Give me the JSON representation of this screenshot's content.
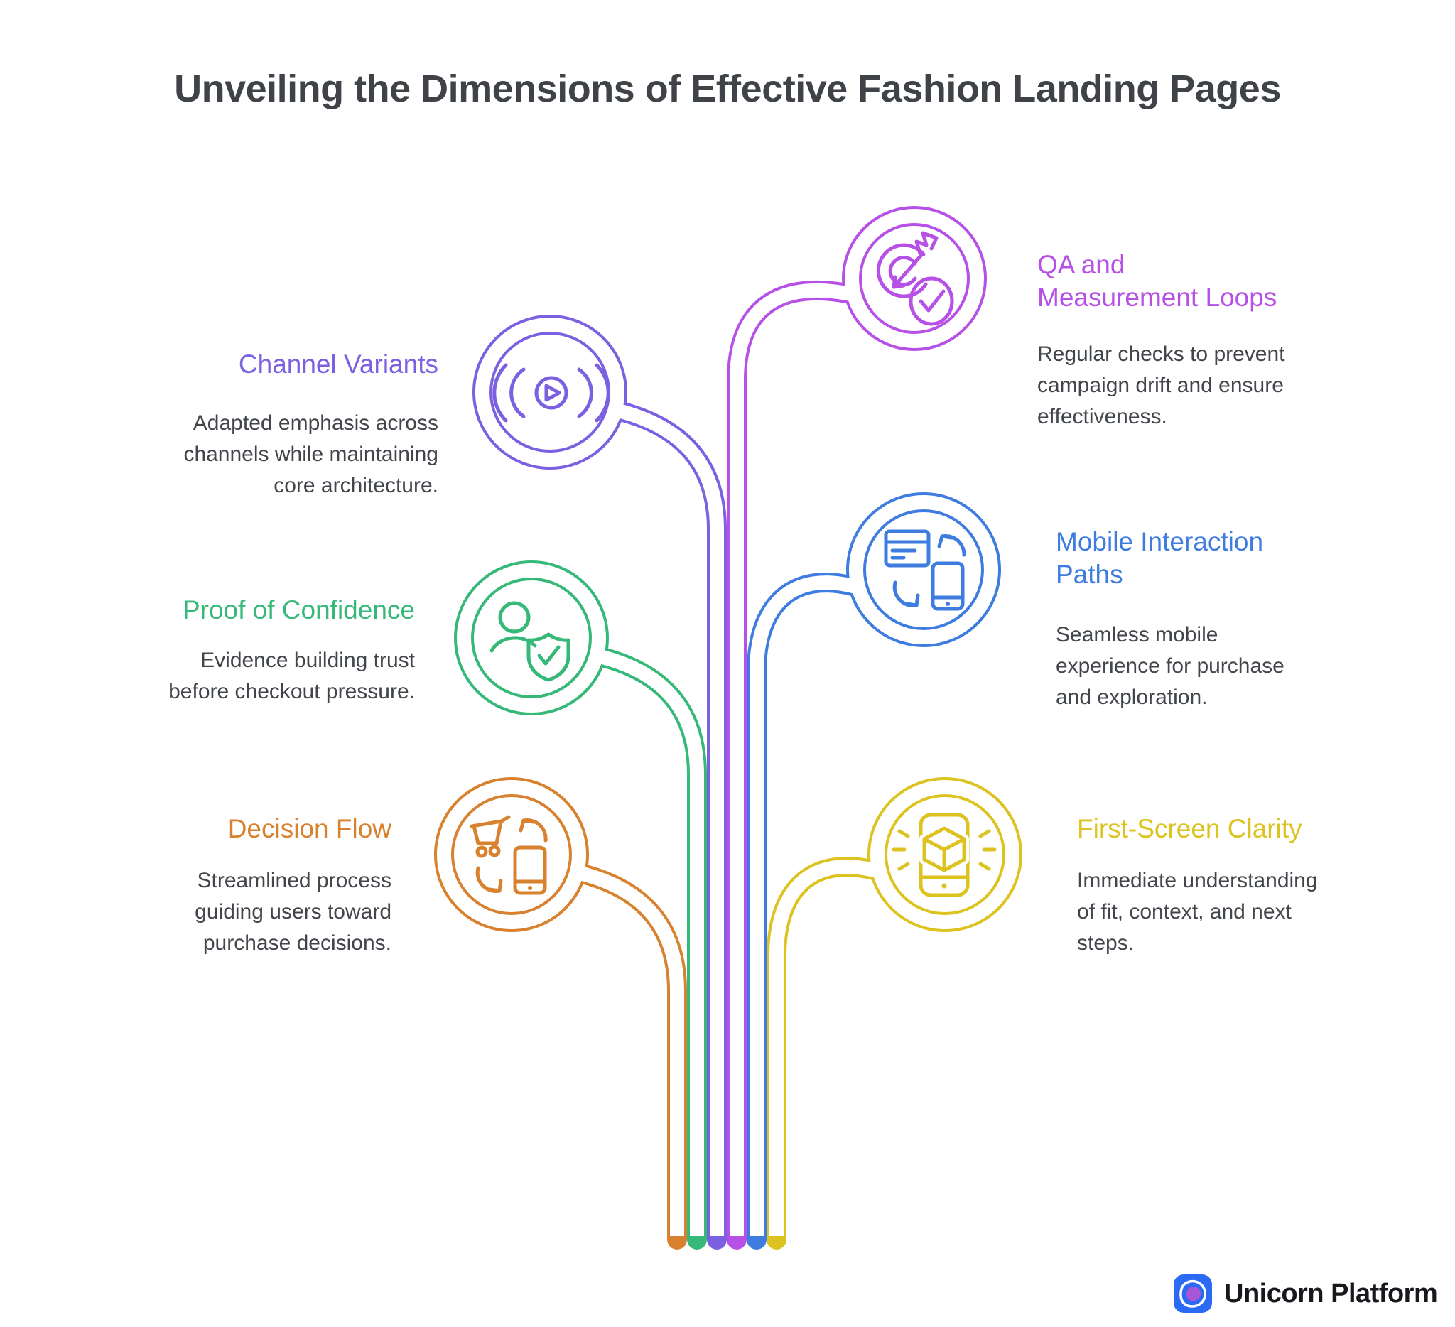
{
  "title": {
    "text": "Unveiling the Dimensions of Effective Fashion Landing Pages",
    "color": "#3f4347"
  },
  "branches": [
    {
      "id": "channel-variants",
      "side": "left",
      "color": "#7b61e2",
      "label": "Channel Variants",
      "desc_lines": [
        "Adapted emphasis across",
        "channels while maintaining",
        "core architecture."
      ],
      "icon": "broadcast-play-icon"
    },
    {
      "id": "proof-of-confidence",
      "side": "left",
      "color": "#35b878",
      "label": "Proof of Confidence",
      "desc_lines": [
        "Evidence building trust",
        "before checkout pressure."
      ],
      "icon": "user-shield-check-icon"
    },
    {
      "id": "decision-flow",
      "side": "left",
      "color": "#d8822f",
      "label": "Decision Flow",
      "desc_lines": [
        "Streamlined process",
        "guiding users toward",
        "purchase decisions."
      ],
      "icon": "cart-phone-sync-icon"
    },
    {
      "id": "qa-and-measurement-loops",
      "side": "right",
      "color": "#b750e6",
      "label_lines": [
        "QA and",
        "Measurement Loops"
      ],
      "desc_lines": [
        "Regular checks to prevent",
        "campaign drift and ensure",
        "effectiveness."
      ],
      "icon": "target-dart-check-icon"
    },
    {
      "id": "mobile-interaction-paths",
      "side": "right",
      "color": "#3e7ce0",
      "label_lines": [
        "Mobile Interaction",
        "Paths"
      ],
      "desc_lines": [
        "Seamless mobile",
        "experience for purchase",
        "and exploration."
      ],
      "icon": "browser-phone-sync-icon"
    },
    {
      "id": "first-screen-clarity",
      "side": "right",
      "color": "#dcc31f",
      "label": "First-Screen Clarity",
      "desc_lines": [
        "Immediate understanding",
        "of fit, context, and next",
        "steps."
      ],
      "icon": "phone-product-highlight-icon"
    }
  ],
  "logo": {
    "text": "Unicorn Platform",
    "badge_color": "#2b6bf3",
    "petal_color": "#a855d8",
    "text_color": "#16181c"
  }
}
